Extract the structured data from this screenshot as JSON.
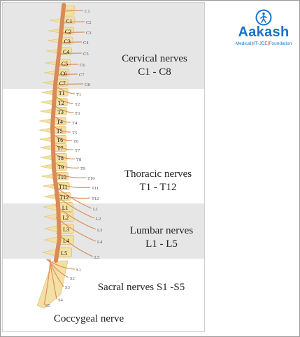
{
  "regions": {
    "cervical": {
      "line1": "Cervical nerves",
      "line2": "C1 - C8"
    },
    "thoracic": {
      "line1": "Thoracic nerves",
      "line2": "T1 - T12"
    },
    "lumbar": {
      "line1": "Lumbar nerves",
      "line2": "L1 - L5"
    },
    "sacral": {
      "line1": "Sacral nerves S1 -S5"
    },
    "coccygeal": {
      "line1": "Coccygeal nerve"
    }
  },
  "vertebra_labels": [
    "C1",
    "C2",
    "C3",
    "C4",
    "C5",
    "C6",
    "C7",
    "T1",
    "T2",
    "T3",
    "T4",
    "T5",
    "T6",
    "T7",
    "T8",
    "T9",
    "T10",
    "T11",
    "T12",
    "L1",
    "L2",
    "L3",
    "L4",
    "L5"
  ],
  "nerve_labels": [
    "C1",
    "C2",
    "C3",
    "C4",
    "C5",
    "C6",
    "C7",
    "C8",
    "T1",
    "T2",
    "T3",
    "T4",
    "T5",
    "T6",
    "T7",
    "T8",
    "T9",
    "T10",
    "T11",
    "T12",
    "L1",
    "L2",
    "L3",
    "L4",
    "L5",
    "S1",
    "S2",
    "S3",
    "S4",
    "S5"
  ],
  "logo": {
    "name": "Aakash",
    "tag_prefix": "Medical",
    "tag_sep1": "|",
    "tag_mid": "IIT-JEE",
    "tag_sep2": "|",
    "tag_suffix": "Foundation",
    "icon": "running-figure-icon"
  },
  "colors": {
    "band": "#e6e6e6",
    "bone": "#f4e0a4",
    "bone_edge": "#d9bd6a",
    "nerve": "#de9160",
    "cord": "#d98a57",
    "brand": "#1a73c9",
    "brand_accent": "#e23a2c"
  }
}
